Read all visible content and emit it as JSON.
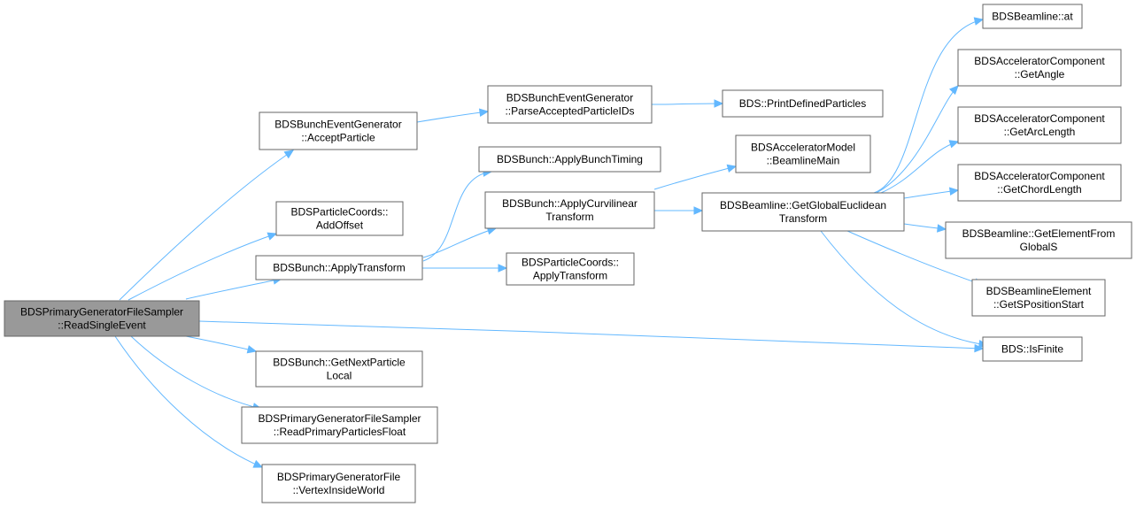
{
  "nodes": {
    "root": [
      "BDSPrimaryGeneratorFileSampler",
      "::ReadSingleEvent"
    ],
    "accept_particle": [
      "BDSBunchEventGenerator",
      "::AcceptParticle"
    ],
    "parse_ids": [
      "BDSBunchEventGenerator",
      "::ParseAcceptedParticleIDs"
    ],
    "print_defined": [
      "BDS::PrintDefinedParticles"
    ],
    "add_offset": [
      "BDSParticleCoords::",
      "AddOffset"
    ],
    "apply_transform": [
      "BDSBunch::ApplyTransform"
    ],
    "apply_bunch_timing": [
      "BDSBunch::ApplyBunchTiming"
    ],
    "apply_curvilinear": [
      "BDSBunch::ApplyCurvilinear",
      "Transform"
    ],
    "coords_apply_transform": [
      "BDSParticleCoords::",
      "ApplyTransform"
    ],
    "beamline_main": [
      "BDSAcceleratorModel",
      "::BeamlineMain"
    ],
    "global_euclidean": [
      "BDSBeamline::GetGlobalEuclidean",
      "Transform"
    ],
    "beamline_at": [
      "BDSBeamline::at"
    ],
    "get_angle": [
      "BDSAcceleratorComponent",
      "::GetAngle"
    ],
    "get_arc_length": [
      "BDSAcceleratorComponent",
      "::GetArcLength"
    ],
    "get_chord_length": [
      "BDSAcceleratorComponent",
      "::GetChordLength"
    ],
    "element_from_global": [
      "BDSBeamline::GetElementFrom",
      "GlobalS"
    ],
    "s_position_start": [
      "BDSBeamlineElement",
      "::GetSPositionStart"
    ],
    "is_finite": [
      "BDS::IsFinite"
    ],
    "next_particle_local": [
      "BDSBunch::GetNextParticle",
      "Local"
    ],
    "read_primary_float": [
      "BDSPrimaryGeneratorFileSampler",
      "::ReadPrimaryParticlesFloat"
    ],
    "vertex_inside_world": [
      "BDSPrimaryGeneratorFile",
      "::VertexInsideWorld"
    ]
  },
  "colors": {
    "edge": "#63b8ff",
    "root_fill": "#999999",
    "node_border": "#666666"
  }
}
